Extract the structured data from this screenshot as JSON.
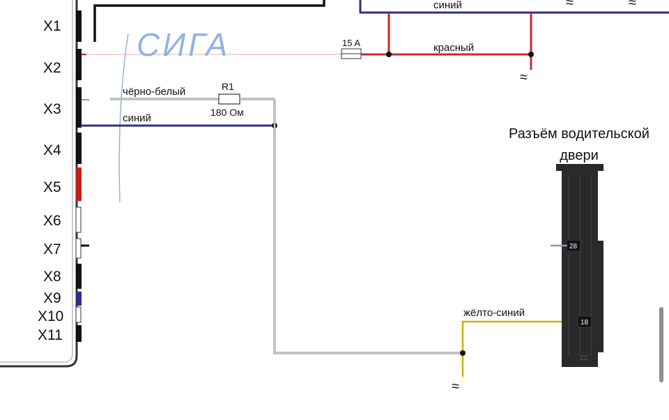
{
  "connector_pins": [
    "X1",
    "X2",
    "X3",
    "X4",
    "X5",
    "X6",
    "X7",
    "X8",
    "X9",
    "X10",
    "X11"
  ],
  "handwritten_note": "СИГА",
  "fuse_label": "15 A",
  "wires": {
    "top_blue": "синий",
    "red": "красный",
    "black_white": "чёрно-белый",
    "blue": "синий",
    "yellow_blue": "жёлто-синий"
  },
  "resistor": {
    "ref": "R1",
    "value": "180 Ом"
  },
  "door_connector": {
    "title_line1": "Разъём водительской",
    "title_line2": "двери",
    "pin_a": "28",
    "pin_b": "18",
    "pin_bottom": "22"
  },
  "ground_symbol": "≈",
  "colors": {
    "blue_wire": "#2b2f86",
    "red_wire": "#d0252f",
    "yellow_wire": "#c9b400",
    "gray_wire": "#888888",
    "connector_body": "#2a2a2a",
    "handwriting": "#8fb3e3"
  }
}
